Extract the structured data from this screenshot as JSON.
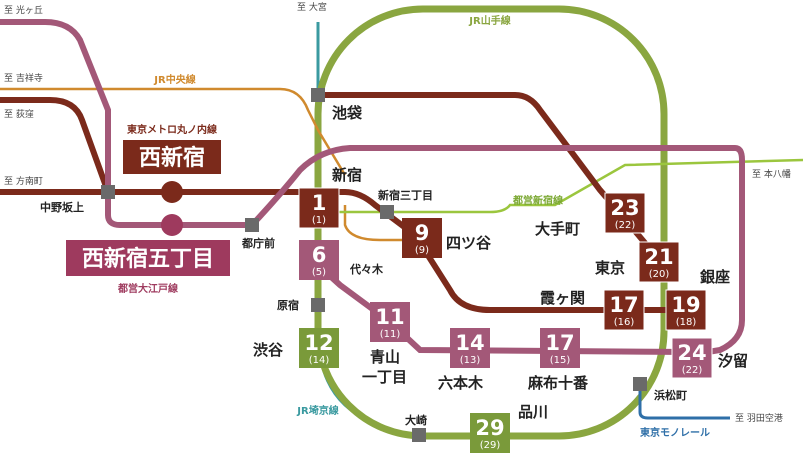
{
  "colors": {
    "yamanote": "#8aa640",
    "marunouchi": "#7b2a1b",
    "oedo": "#a35878",
    "saikyo": "#3a9aa0",
    "shinjuku_line": "#9bc63e",
    "chuo": "#d08a2e",
    "monorail": "#2f6fa8",
    "hero_marunouchi": "#7b2a1b",
    "hero_oedo": "#9e3a5e"
  },
  "lines": {
    "yamanote": "JR山手線",
    "chuo": "JR中央線",
    "marunouchi": "東京メトロ丸ノ内線",
    "oedo": "都営大江戸線",
    "shinjuku": "都営新宿線",
    "saikyo": "JR埼京線",
    "monorail": "東京モノレール"
  },
  "hero": {
    "nishishinjuku": "西新宿",
    "nishishinjuku_5": "西新宿五丁目"
  },
  "destinations": {
    "hikarigaoka": "至 光ヶ丘",
    "omiya": "至 大宮",
    "kichijoji": "至 吉祥寺",
    "ogikubo": "至 荻窪",
    "honancho": "至 方南町",
    "motoyawata": "至 本八幡",
    "haneda": "至 羽田空港"
  },
  "stations": {
    "ikebukuro": "池袋",
    "nakano_sakaue": "中野坂上",
    "tochomae": "都庁前",
    "shinjuku": "新宿",
    "shinjuku_sanchome": "新宿三丁目",
    "yotsuya": "四ツ谷",
    "yoyogi": "代々木",
    "harajuku": "原宿",
    "shibuya": "渋谷",
    "aoyama_1": "青山",
    "aoyama_2": "一丁目",
    "roppongi": "六本木",
    "azabu_juban": "麻布十番",
    "otemachi": "大手町",
    "tokyo": "東京",
    "ginza": "銀座",
    "kasumigaseki": "霞ヶ関",
    "shiodome": "汐留",
    "hamamatsucho": "浜松町",
    "osaki": "大崎",
    "shinagawa": "品川"
  },
  "times": {
    "shinjuku": {
      "main": "1",
      "sub": "(1)"
    },
    "tochomae": {
      "main": "6",
      "sub": "(5)"
    },
    "yotsuya": {
      "main": "9",
      "sub": "(9)"
    },
    "aoyama": {
      "main": "11",
      "sub": "(11)"
    },
    "shibuya": {
      "main": "12",
      "sub": "(14)"
    },
    "roppongi": {
      "main": "14",
      "sub": "(13)"
    },
    "azabu_juban": {
      "main": "17",
      "sub": "(15)"
    },
    "otemachi": {
      "main": "23",
      "sub": "(22)"
    },
    "tokyo": {
      "main": "21",
      "sub": "(20)"
    },
    "kasumigaseki": {
      "main": "17",
      "sub": "(16)"
    },
    "ginza": {
      "main": "19",
      "sub": "(18)"
    },
    "shiodome": {
      "main": "24",
      "sub": "(22)"
    },
    "shinagawa": {
      "main": "29",
      "sub": "(29)"
    }
  }
}
